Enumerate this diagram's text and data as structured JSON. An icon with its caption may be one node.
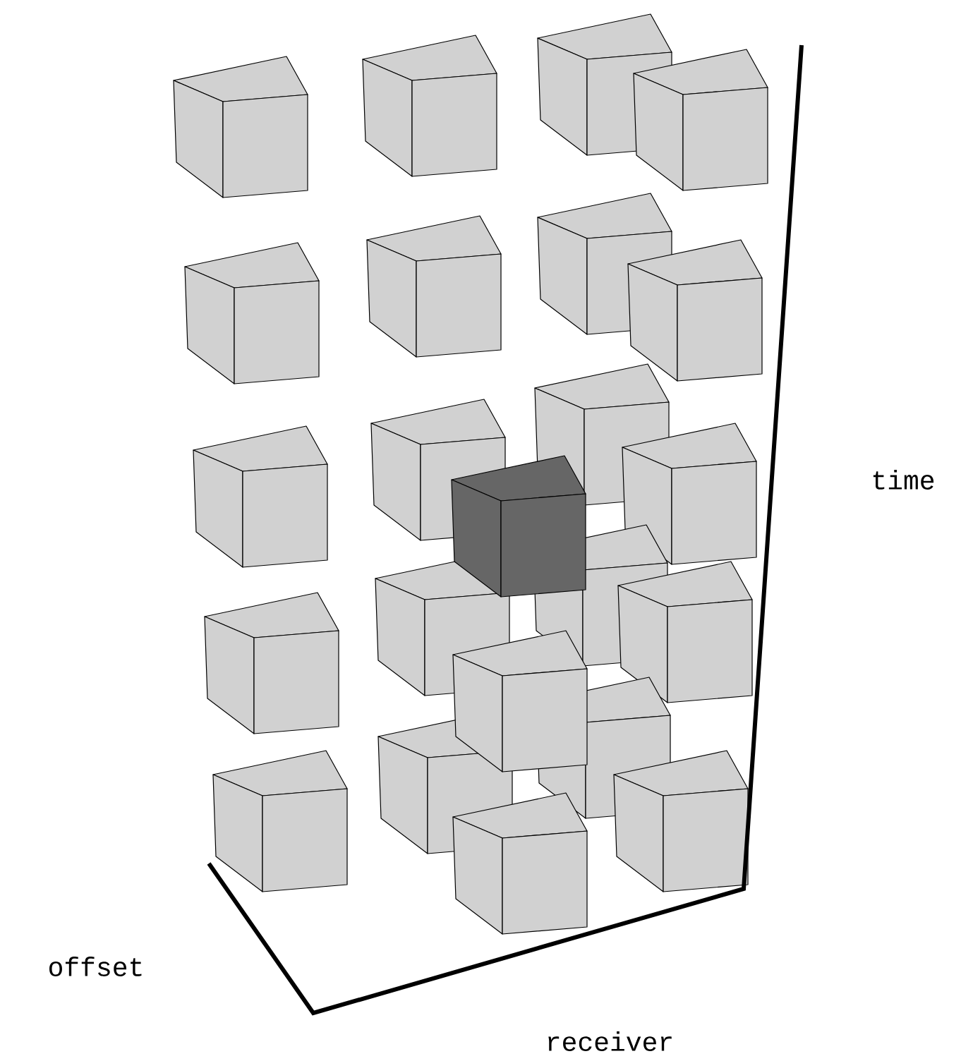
{
  "diagram": {
    "labels": [
      "time",
      "offset",
      "receiver"
    ]
  }
}
